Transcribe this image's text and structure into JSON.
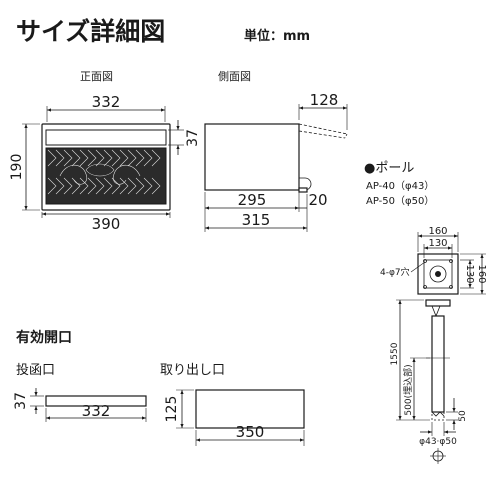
{
  "title": "サイズ詳細図",
  "unit_label": "単位：mm",
  "views": {
    "front": "正面図",
    "side": "側面図"
  },
  "front_view": {
    "dim_top": "332",
    "dim_height": "190",
    "dim_slot": "37",
    "dim_bottom": "390"
  },
  "side_view": {
    "dim_top": "128",
    "dim_depth": "295",
    "dim_flange": "20",
    "dim_total": "315"
  },
  "pole": {
    "heading": "●ポール",
    "model_1": "AP-40（φ43）",
    "model_2": "AP-50（φ50）",
    "dim_160_top": "160",
    "dim_130_top": "130",
    "dim_130_side": "130",
    "dim_160_side": "160",
    "holes": "4-φ7穴",
    "dim_1550": "1550",
    "dim_500": "500(埋込部)",
    "dim_50": "50",
    "dim_dia": "φ43·φ50"
  },
  "openings": {
    "heading": "有効開口",
    "slot_label": "投函口",
    "slot_height": "37",
    "slot_width": "332",
    "outlet_label": "取り出し口",
    "outlet_height": "125",
    "outlet_width": "350"
  }
}
